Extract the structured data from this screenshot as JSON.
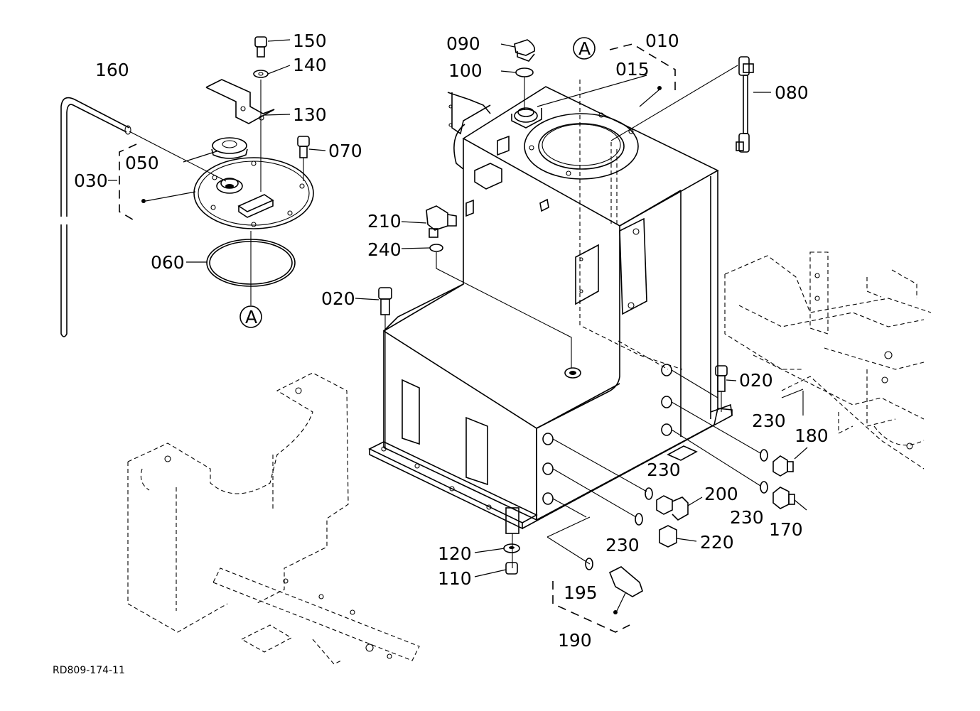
{
  "drawing": {
    "code": "RD809-174-11",
    "view_marker": "A",
    "parts": [
      {
        "id": "p150",
        "number": "150"
      },
      {
        "id": "p140",
        "number": "140"
      },
      {
        "id": "p160",
        "number": "160"
      },
      {
        "id": "p130",
        "number": "130"
      },
      {
        "id": "p070",
        "number": "070"
      },
      {
        "id": "p050",
        "number": "050"
      },
      {
        "id": "p030",
        "number": "030"
      },
      {
        "id": "p060",
        "number": "060"
      },
      {
        "id": "p090",
        "number": "090"
      },
      {
        "id": "p100",
        "number": "100"
      },
      {
        "id": "p010",
        "number": "010"
      },
      {
        "id": "p015",
        "number": "015"
      },
      {
        "id": "p080",
        "number": "080"
      },
      {
        "id": "p210",
        "number": "210"
      },
      {
        "id": "p240",
        "number": "240"
      },
      {
        "id": "p020a",
        "number": "020"
      },
      {
        "id": "p020b",
        "number": "020"
      },
      {
        "id": "p230a",
        "number": "230"
      },
      {
        "id": "p180",
        "number": "180"
      },
      {
        "id": "p230b",
        "number": "230"
      },
      {
        "id": "p200",
        "number": "200"
      },
      {
        "id": "p230c",
        "number": "230"
      },
      {
        "id": "p170",
        "number": "170"
      },
      {
        "id": "p230d",
        "number": "230"
      },
      {
        "id": "p220",
        "number": "220"
      },
      {
        "id": "p120",
        "number": "120"
      },
      {
        "id": "p110",
        "number": "110"
      },
      {
        "id": "p195",
        "number": "195"
      },
      {
        "id": "p190",
        "number": "190"
      }
    ]
  }
}
